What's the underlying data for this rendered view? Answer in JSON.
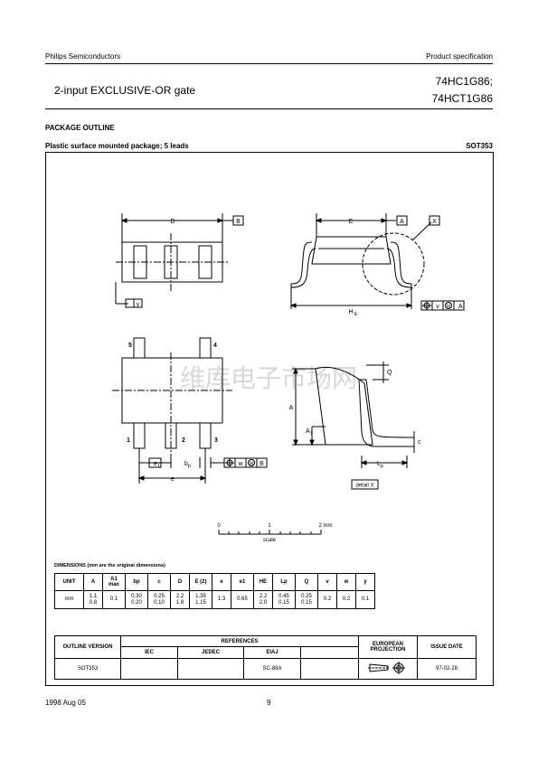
{
  "header": {
    "company": "Philips Semiconductors",
    "doc_type": "Product specification",
    "title": "2-input EXCLUSIVE-OR gate",
    "part_line1": "74HC1G86;",
    "part_line2": "74HCT1G86"
  },
  "section_title": "PACKAGE OUTLINE",
  "package": {
    "description": "Plastic surface mounted package; 5 leads",
    "code": "SOT353"
  },
  "drawing_labels": {
    "D": "D",
    "B": "B",
    "E": "E",
    "A_ref": "A",
    "X": "X",
    "y": "y",
    "HE": "H",
    "HE_sub": "E",
    "v": "v",
    "M": "M",
    "w": "w",
    "pin1": "1",
    "pin2": "2",
    "pin3": "3",
    "pin4": "4",
    "pin5": "5",
    "e1": "e",
    "e1_sub": "1",
    "bp": "b",
    "bp_sub": "p",
    "e": "e",
    "Q": "Q",
    "A": "A",
    "A1": "A",
    "A1_sub": "1",
    "c": "c",
    "Lp": "L",
    "Lp_sub": "p",
    "detail": "detail X",
    "watermark": "维库电子市场网"
  },
  "scale": {
    "zero": "0",
    "one": "1",
    "two": "2 mm",
    "label": "scale"
  },
  "dimensions": {
    "title": "DIMENSIONS (mm are the original dimensions)",
    "headers": [
      "UNIT",
      "A",
      "A1 max",
      "bp",
      "c",
      "D",
      "E (2)",
      "e",
      "e1",
      "HE",
      "Lp",
      "Q",
      "v",
      "w",
      "y"
    ],
    "row": [
      "mm",
      "1.1\n0.8",
      "0.1",
      "0.30\n0.20",
      "0.25\n0.10",
      "2.2\n1.8",
      "1.35\n1.15",
      "1.3",
      "0.65",
      "2.2\n2.0",
      "0.45\n0.15",
      "0.25\n0.15",
      "0.2",
      "0.2",
      "0.1"
    ]
  },
  "references": {
    "outline_version_label": "OUTLINE VERSION",
    "references_label": "REFERENCES",
    "iec_label": "IEC",
    "jedec_label": "JEDEC",
    "eiaj_label": "EIAJ",
    "european_projection_label": "EUROPEAN PROJECTION",
    "issue_date_label": "ISSUE DATE",
    "outline_version": "SOT353",
    "iec": "",
    "jedec": "",
    "eiaj": "SC-88A",
    "issue_date": "97-02-28"
  },
  "footer": {
    "date": "1998 Aug 05",
    "page": "9"
  }
}
